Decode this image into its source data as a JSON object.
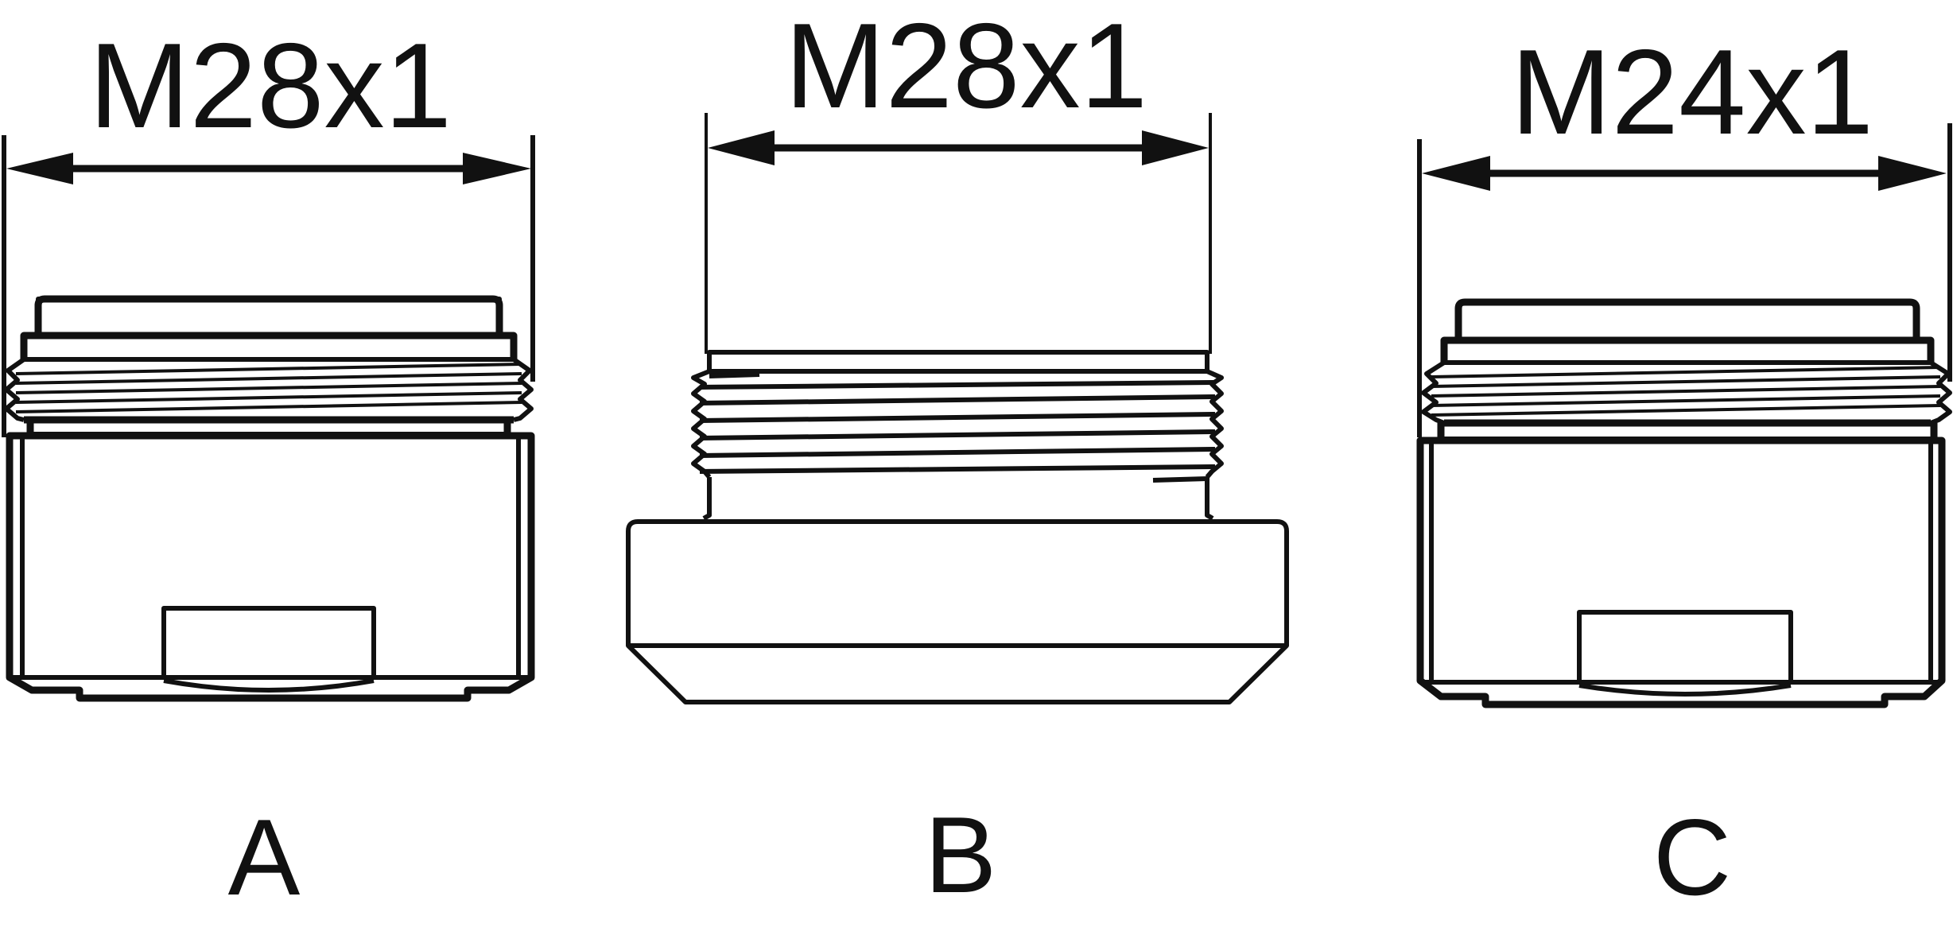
{
  "figure": {
    "colors": {
      "ink": "#111111",
      "background": "#ffffff"
    },
    "parts": [
      {
        "id": "a",
        "thread_label": "M28x1",
        "letter": "A"
      },
      {
        "id": "b",
        "thread_label": "M28x1",
        "letter": "B"
      },
      {
        "id": "c",
        "thread_label": "M24x1",
        "letter": "C"
      }
    ]
  }
}
